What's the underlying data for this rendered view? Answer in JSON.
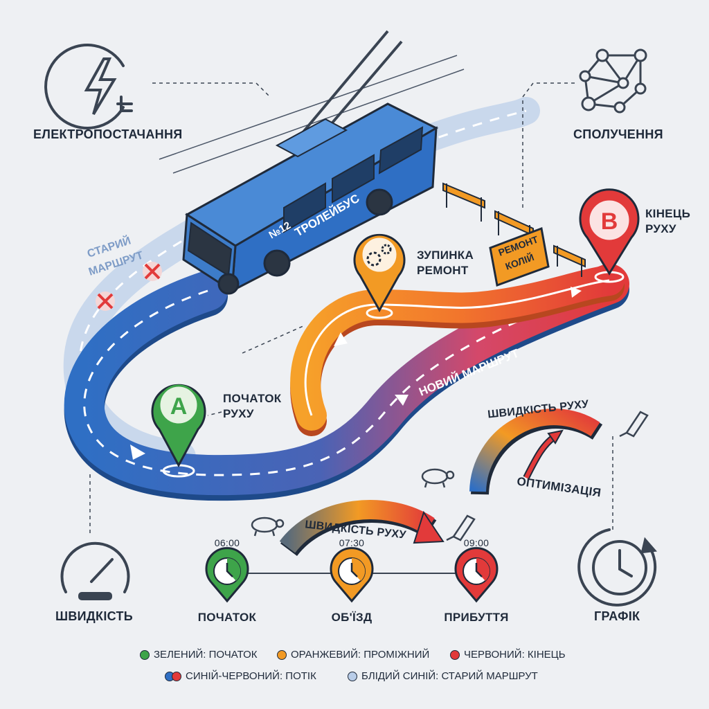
{
  "colors": {
    "green": "#3ea44a",
    "orange": "#f29a24",
    "red": "#e23a3a",
    "blue": "#2f6fc4",
    "light_blue": "#b9cde8",
    "dark": "#1f2a3a"
  },
  "icons": {
    "power": "lightning-plug-icon",
    "network": "network-nodes-icon",
    "speed": "speedometer-icon",
    "schedule": "clock-refresh-icon"
  },
  "corners": {
    "power": "ЕЛЕКТРОПОСТАЧАННЯ",
    "network": "СПОЛУЧЕННЯ",
    "speed": "ШВИДКІСТЬ",
    "schedule": "ГРАФІК"
  },
  "bus": {
    "number": "№12",
    "name": "ТРОЛЕЙБУС"
  },
  "route": {
    "old_route": [
      "СТАРИЙ",
      "МАРШРУТ"
    ],
    "new_route": "НОВИЙ МАРШРУТ",
    "start_pin": "A",
    "end_pin": "B",
    "start_label": [
      "ПОЧАТОК",
      "РУХУ"
    ],
    "stop_label": [
      "ЗУПИНКА",
      "РЕМОНТ"
    ],
    "end_label": [
      "КІНЕЦЬ",
      "РУХУ"
    ],
    "sign": [
      "РЕМОНТ",
      "КОЛІЙ"
    ]
  },
  "gauges": {
    "upper_title": "ШВИДКІСТЬ РУХУ",
    "upper_caption": "ОПТИМІЗАЦІЯ",
    "lower_title": "ШВИДКІСТЬ РУХУ"
  },
  "timeline": [
    {
      "time": "06:00",
      "label": "ПОЧАТОК",
      "color": "#3ea44a",
      "hand": "start"
    },
    {
      "time": "07:30",
      "label": "ОБ'ЇЗД",
      "color": "#f29a24",
      "hand": "mid"
    },
    {
      "time": "09:00",
      "label": "ПРИБУТТЯ",
      "color": "#e23a3a",
      "hand": "end"
    }
  ],
  "legend": [
    {
      "text": "ЗЕЛЕНИЙ: ПОЧАТОК",
      "color": "#3ea44a"
    },
    {
      "text": "ОРАНЖЕВИЙ: ПРОМІЖНИЙ",
      "color": "#f29a24"
    },
    {
      "text": "ЧЕРВОНИЙ: КІНЕЦЬ",
      "color": "#e23a3a"
    },
    {
      "text": "СИНІЙ-ЧЕРВОНИЙ: ПОТІК",
      "color": "#2f6fc4",
      "color2": "#e23a3a"
    },
    {
      "text": "БЛІДИЙ СИНІЙ: СТАРИЙ МАРШРУТ",
      "color": "#b9cde8"
    }
  ]
}
